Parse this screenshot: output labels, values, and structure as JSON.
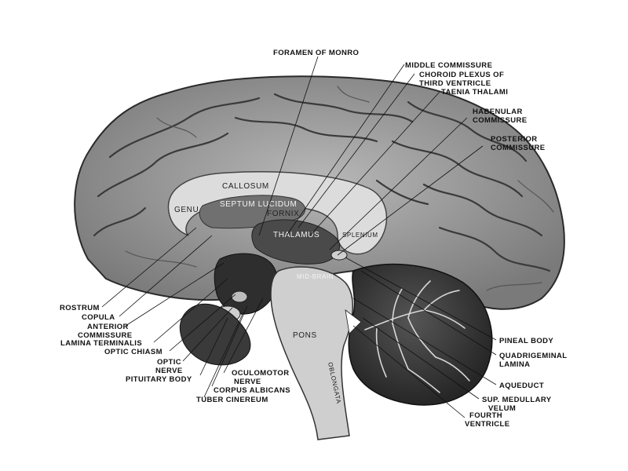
{
  "diagram": {
    "internal_labels": {
      "callosum": "CALLOSUM",
      "genu": "GENU",
      "septum": "SEPTUM LUCIDUM",
      "fornix": "FORNIX",
      "thalamus": "THALAMUS",
      "splenium": "SPLENIUM",
      "midbrain": "MID-BRAIN",
      "pons": "PONS",
      "oblongata": "OBLONGATA"
    },
    "top_labels": {
      "foramen_monro": "FORAMEN OF MONRO",
      "middle_commissure": "MIDDLE COMMISSURE",
      "choroid_plexus_1": "CHOROID PLEXUS OF",
      "choroid_plexus_2": "THIRD VENTRICLE",
      "taenia_thalami": "TAENIA THALAMI",
      "habenular_1": "HABENULAR",
      "habenular_2": "COMMISSURE",
      "posterior_1": "POSTERIOR",
      "posterior_2": "COMMISSURE"
    },
    "left_labels": {
      "rostrum": "ROSTRUM",
      "copula": "COPULA",
      "anterior_1": "ANTERIOR",
      "anterior_2": "COMMISSURE",
      "lamina_terminalis": "LAMINA TERMINALIS",
      "optic_chiasm": "OPTIC CHIASM",
      "optic_nerve_1": "OPTIC",
      "optic_nerve_2": "NERVE",
      "pituitary": "PITUITARY BODY"
    },
    "bottom_labels": {
      "oculomotor_1": "OCULOMOTOR",
      "oculomotor_2": "NERVE",
      "corpus_albicans": "CORPUS ALBICANS",
      "tuber_cinereum": "TUBER CINEREUM"
    },
    "right_labels": {
      "pineal": "PINEAL BODY",
      "quadrigeminal_1": "QUADRIGEMINAL",
      "quadrigeminal_2": "LAMINA",
      "aqueduct": "AQUEDUCT",
      "sup_medullary_1": "SUP. MEDULLARY",
      "sup_medullary_2": "VELUM",
      "fourth_1": "FOURTH",
      "fourth_2": "VENTRICLE"
    },
    "colors": {
      "cortex": "#9a9a9a",
      "callosum": "#d9d9d9",
      "cerebellum": "#3c3c3c",
      "brainstem": "#cfcfcf"
    }
  }
}
